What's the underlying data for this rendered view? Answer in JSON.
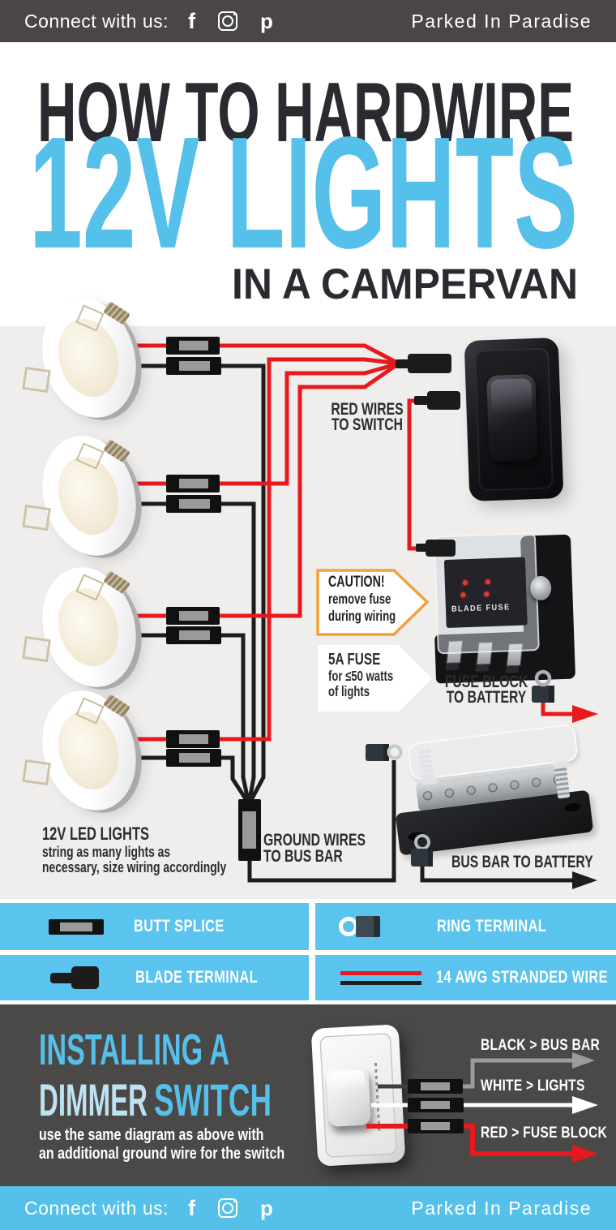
{
  "colors": {
    "accent_blue": "#55c0e9",
    "legend_blue": "#5ac4ee",
    "pale_blue": "#bfe2f2",
    "dark_bar": "#494645",
    "dimmer_bg": "#4b4848",
    "wire_red": "#e8191c",
    "wire_black": "#1d1d1d",
    "caution_orange": "#f0a23c"
  },
  "topbar": {
    "connect_label": "Connect with us:",
    "brand": "Parked In Paradise",
    "icons": [
      "facebook-icon",
      "instagram-icon",
      "pinterest-icon"
    ]
  },
  "title": {
    "line1": "HOW TO HARDWIRE",
    "line2": "12V LIGHTS",
    "line3": "IN A CAMPERVAN"
  },
  "diagram": {
    "red_wires_line1": "RED WIRES",
    "red_wires_line2": "TO SWITCH",
    "caution_title": "CAUTION!",
    "caution_line1": "remove fuse",
    "caution_line2": "during wiring",
    "fuse_title": "5A FUSE",
    "fuse_line1": "for ≤50 watts",
    "fuse_line2": "of lights",
    "fuse_block_line1": "FUSE BLOCK",
    "fuse_block_line2": "TO BATTERY",
    "blade_fuse_label": "BLADE FUSE",
    "led_title": "12V LED LIGHTS",
    "led_line1": "string as many lights as",
    "led_line2": "necessary, size wiring accordingly",
    "ground_line1": "GROUND WIRES",
    "ground_line2": "TO BUS BAR",
    "busbar_label": "BUS BAR TO BATTERY"
  },
  "legend": {
    "items": [
      {
        "icon": "butt-splice-icon",
        "label": "BUTT SPLICE"
      },
      {
        "icon": "ring-terminal-icon",
        "label": "RING TERMINAL"
      },
      {
        "icon": "blade-terminal-icon",
        "label": "BLADE TERMINAL"
      },
      {
        "icon": "stranded-wire-icon",
        "label": "14 AWG STRANDED WIRE"
      }
    ]
  },
  "dimmer": {
    "heading_line1": "INSTALLING A",
    "heading_line2_part1": "DIMMER",
    "heading_line2_part2": "SWITCH",
    "sub_line1": "use the same diagram as above with",
    "sub_line2": "an additional ground wire for the switch",
    "wire_labels": [
      "BLACK > BUS BAR",
      "WHITE > LIGHTS",
      "RED > FUSE BLOCK"
    ]
  },
  "footer": {
    "connect_label": "Connect with us:",
    "brand": "Parked In Paradise"
  }
}
